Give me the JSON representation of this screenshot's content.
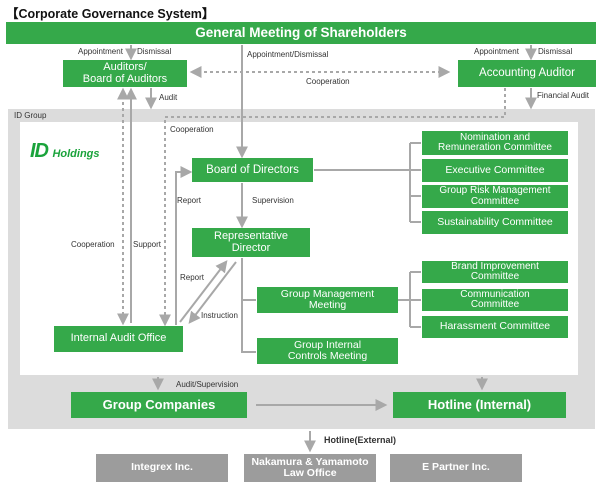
{
  "page": {
    "title": "【Corporate Governance System】"
  },
  "group_label": "ID Group",
  "logo": {
    "mark": "ID",
    "text": "Holdings"
  },
  "boxes": {
    "shareholders": "General Meeting of Shareholders",
    "auditors_line1": "Auditors/",
    "auditors_line2": "Board of  Auditors",
    "accounting_auditor": "Accounting Auditor",
    "board_of_directors": "Board of Directors",
    "rep_director_line1": "Representative",
    "rep_director_line2": "Director",
    "internal_audit": "Internal Audit Office",
    "group_mgmt_line1": "Group Management",
    "group_mgmt_line2": "Meeting",
    "group_ic_line1": "Group Internal",
    "group_ic_line2": "Controls Meeting",
    "nomination_line1": "Nomination and",
    "nomination_line2": "Remuneration Committee",
    "executive": "Executive Committee",
    "risk_line1": "Group Risk Management",
    "risk_line2": "Committee",
    "sustainability": "Sustainability Committee",
    "brand_line1": "Brand Improvement",
    "brand_line2": "Committee",
    "communication_line1": "Communication",
    "communication_line2": "Committee",
    "harassment": "Harassment Committee",
    "group_companies": "Group Companies",
    "hotline_internal": "Hotline (Internal)"
  },
  "external": {
    "integrex": "Integrex Inc.",
    "law_line1": "Nakamura & Yamamoto",
    "law_line2": "Law Office",
    "epartner": "E Partner Inc."
  },
  "labels": {
    "appointment_left": "Appointment",
    "dismissal_left": "Dismissal",
    "appointment_dismissal_center": "Appointment/Dismissal",
    "appointment_right": "Appointment",
    "dismissal_right": "Dismissal",
    "cooperation_top": "Cooperation",
    "audit": "Audit",
    "financial_audit": "Financial Audit",
    "cooperation_mid": "Cooperation",
    "report_upper": "Report",
    "supervision": "Supervision",
    "cooperation_left": "Cooperation",
    "support": "Support",
    "report_lower": "Report",
    "instruction": "Instruction",
    "audit_supervision": "Audit/Supervision",
    "hotline_external": "Hotline(External)"
  },
  "colors": {
    "green": "#35a94a",
    "gray_box": "#9c9c9c",
    "gray_frame": "#dcdcdc",
    "line": "#a8a8a8",
    "logo": "#1aa33b"
  }
}
